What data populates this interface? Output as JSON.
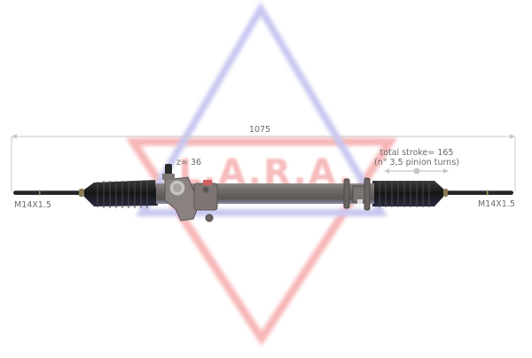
{
  "watermark": {
    "text": "L.A.R.A.",
    "triangle_up_color": "#9a9ae6",
    "triangle_down_color": "#f07a7a",
    "text_color": "#f08585"
  },
  "dimensions": {
    "overall_length": "1075",
    "left_thread": "M14X1.5",
    "right_thread": "M14X1.5",
    "pinion_teeth": "z= 36",
    "stroke_line1": "total stroke= 165",
    "stroke_line2": "(n° 3,5 pinion turns)",
    "line_color": "#c8c8c8"
  },
  "part": {
    "name": "steering-rack",
    "housing_color": "#6e6a68",
    "boot_color": "#1e1e1e",
    "tie_rod_color": "#2a2a2a"
  }
}
